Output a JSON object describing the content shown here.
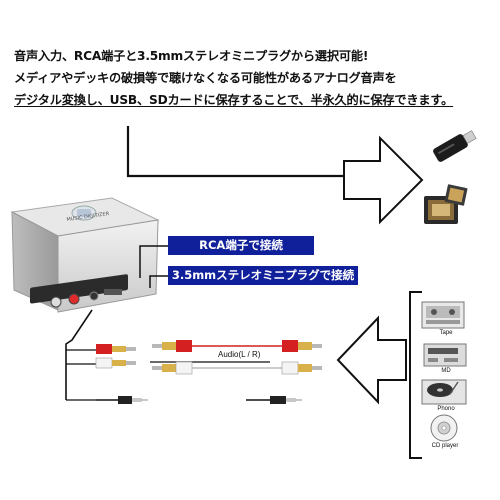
{
  "header": {
    "line1": "音声入力、RCA端子と3.5mmステレオミニプラグから選択可能!",
    "line2": "メディアやデッキの破損等で聴けなくなる可能性があるアナログ音声を",
    "line3": "デジタル変換し、USB、SDカードに保存することで、半永久的に保存できます。"
  },
  "device": {
    "label": "MUSIC DIGITIZER"
  },
  "badges": {
    "rca": "RCA端子で接続",
    "mini_plug": "3.5mmステレオミニプラグで接続"
  },
  "cable": {
    "label": "Audio(L / R)"
  },
  "sources": [
    {
      "label": "Tape",
      "icon": "tape-deck-icon"
    },
    {
      "label": "MD",
      "icon": "md-player-icon"
    },
    {
      "label": "Phono",
      "icon": "turntable-icon"
    },
    {
      "label": "CD player",
      "icon": "cd-player-icon"
    }
  ],
  "storage": {
    "icons": [
      "usb-drive-icon",
      "sd-card-icon"
    ]
  },
  "colors": {
    "badge_bg": "#10209a",
    "rca_red": "#d42020",
    "rca_white": "#f4f4f4"
  }
}
